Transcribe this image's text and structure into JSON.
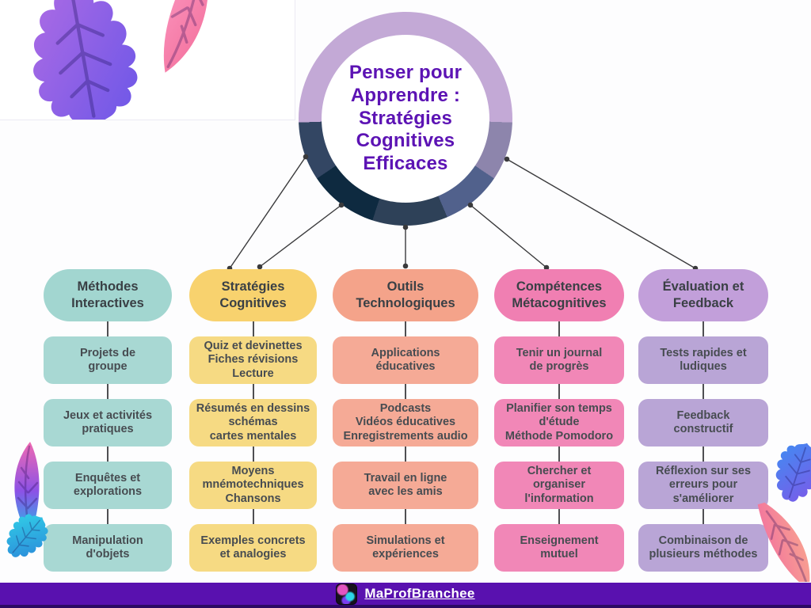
{
  "title": {
    "text": "Penser pour\nApprendre :\nStratégies\nCognitives\nEfficaces"
  },
  "ring": {
    "segments": [
      {
        "color": "#c3a9d6",
        "from": 0,
        "to": 92
      },
      {
        "color": "#8d85ac",
        "from": 92,
        "to": 124
      },
      {
        "color": "#51618c",
        "from": 124,
        "to": 157
      },
      {
        "color": "#2e4158",
        "from": 157,
        "to": 198
      },
      {
        "color": "#0e2a40",
        "from": 198,
        "to": 236
      },
      {
        "color": "#334663",
        "from": 236,
        "to": 268
      },
      {
        "color": "#c3a9d6",
        "from": 268,
        "to": 360
      }
    ]
  },
  "columns": [
    {
      "header": "Méthodes\nInteractives",
      "header_color": "#a2d6d0",
      "item_color": "#a8d8d3",
      "items": [
        "Projets de\ngroupe",
        "Jeux et activités\npratiques",
        "Enquêtes et\nexplorations",
        "Manipulation\nd'objets"
      ]
    },
    {
      "header": "Stratégies\nCognitives",
      "header_color": "#f8d26e",
      "item_color": "#f6da83",
      "items": [
        "Quiz et devinettes\nFiches révisions\nLecture",
        "Résumés en dessins\nschémas\ncartes mentales",
        "Moyens\nmnémotechniques\nChansons",
        "Exemples concrets\net analogies"
      ]
    },
    {
      "header": "Outils\nTechnologiques",
      "header_color": "#f4a38a",
      "item_color": "#f5aa96",
      "items": [
        "Applications\néducatives",
        "Podcasts\nVidéos éducatives\nEnregistrements audio",
        "Travail en ligne\navec les amis",
        "Simulations et\nexpériences"
      ]
    },
    {
      "header": "Compétences\nMétacognitives",
      "header_color": "#f07fb2",
      "item_color": "#f187b7",
      "items": [
        "Tenir un journal\nde progrès",
        "Planifier son temps\nd'étude\nMéthode Pomodoro",
        "Chercher et\norganiser\nl'information",
        "Enseignement\nmutuel"
      ]
    },
    {
      "header": "Évaluation et\nFeedback",
      "header_color": "#c29fda",
      "item_color": "#b9a5d6",
      "items": [
        "Tests rapides et\nludiques",
        "Feedback\nconstructif",
        "Réflexion sur ses\nerreurs pour\ns'améliorer",
        "Combinaison de\nplusieurs méthodes"
      ]
    }
  ],
  "footer": {
    "brand": "MaProfBranchee"
  },
  "colors": {
    "title_text": "#5c13b4",
    "box_text": "#3a4045",
    "connector": "#3a3a3c",
    "footer_bar": "#5911af",
    "footer_bar_edge": "#2d0a63",
    "background": "#fdfdfe"
  }
}
